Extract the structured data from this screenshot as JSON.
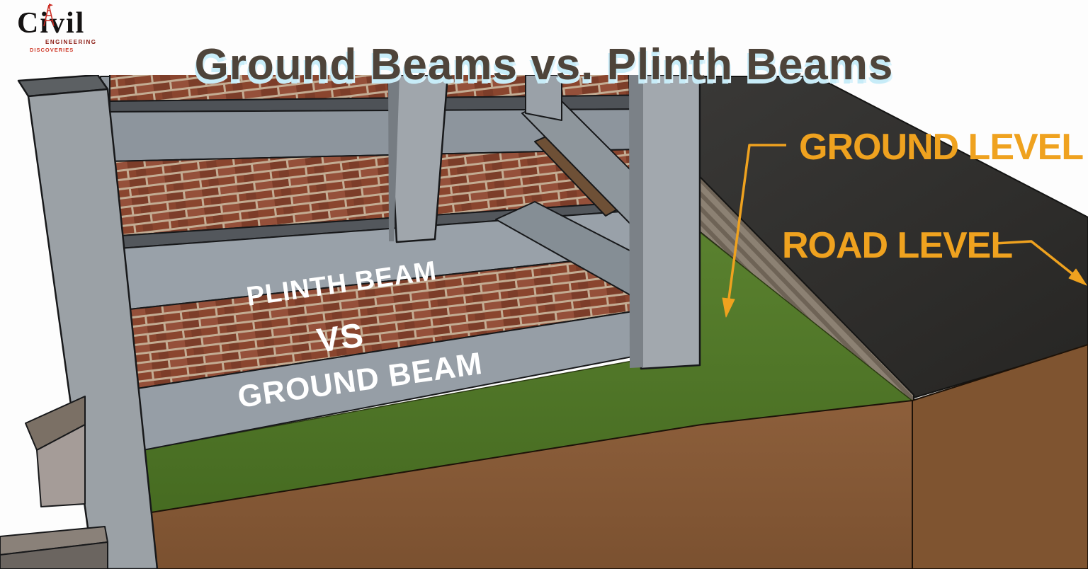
{
  "header": {
    "title": "Ground Beams vs. Plinth Beams",
    "logo": {
      "name": "Civil",
      "line2": "ENGINEERING",
      "line3": "DISCOVERIES"
    }
  },
  "diagram": {
    "beam_labels": {
      "plinth": "PLINTH BEAM",
      "versus": "VS",
      "ground": "GROUND BEAM"
    },
    "level_labels": {
      "ground": "GROUND LEVEL",
      "road": "ROAD LEVEL"
    }
  },
  "colors": {
    "title_text": "#4e443a",
    "title_shadow": "#c7ecf8",
    "annotation_orange": "#efa21f",
    "concrete_gray": "#99a1a9",
    "concrete_dark_strip": "#53575c",
    "brick_red": "#8a452e",
    "mortar": "#c3ac93",
    "grass_green": "#507a29",
    "road_asphalt": "#2e2d2b",
    "soil_brown": "#8a5c38",
    "curb_wood": "#8b7f6f",
    "beam_label_text": "#ffffff",
    "logo_red": "#cc2b22"
  }
}
